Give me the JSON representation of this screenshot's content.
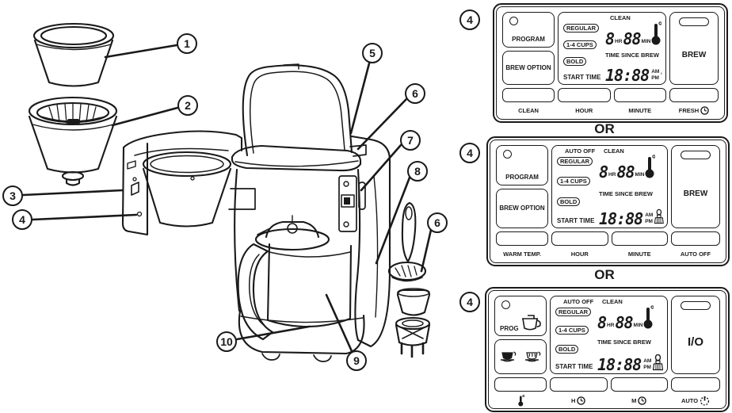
{
  "illustration": {
    "callouts": [
      {
        "num": "1"
      },
      {
        "num": "2"
      },
      {
        "num": "3"
      },
      {
        "num": "4"
      },
      {
        "num": "5"
      },
      {
        "num": "6"
      },
      {
        "num": "7"
      },
      {
        "num": "8"
      },
      {
        "num": "6"
      },
      {
        "num": "10"
      },
      {
        "num": "9"
      }
    ],
    "icon_names": [
      "paper-filter",
      "filter-basket",
      "basket-holder",
      "machine-lid",
      "machine-body",
      "water-window",
      "carafe",
      "base-plate",
      "scoop-brush-icon",
      "pod-cup",
      "pod-holder"
    ]
  },
  "or_labels": [
    "OR",
    "OR"
  ],
  "ink_color": "#1a1a1a",
  "panels": [
    {
      "callout": "4",
      "program": "PROGRAM",
      "brew_option": "BREW OPTION",
      "lcd": {
        "auto_off": "",
        "clean": "CLEAN",
        "regular": "REGULAR",
        "cups": "1-4 CUPS",
        "bold": "BOLD",
        "start_time": "START TIME",
        "hr_digit": "8",
        "hr": "HR",
        "min_digits": "88",
        "min": "MIN",
        "time_since_brew": "TIME SINCE BREW",
        "time": "18:88",
        "am": "AM",
        "pm": "PM"
      },
      "main_button": "BREW",
      "footer": [
        {
          "text": "CLEAN",
          "icon": ""
        },
        {
          "text": "HOUR",
          "icon": ""
        },
        {
          "text": "MINUTE",
          "icon": ""
        },
        {
          "text": "FRESH",
          "icon": "clock"
        }
      ]
    },
    {
      "callout": "4",
      "program": "PROGRAM",
      "brew_option": "BREW OPTION",
      "lcd": {
        "auto_off": "AUTO OFF",
        "clean": "CLEAN",
        "regular": "REGULAR",
        "cups": "1-4 CUPS",
        "bold": "BOLD",
        "start_time": "START TIME",
        "hr_digit": "8",
        "hr": "HR",
        "min_digits": "88",
        "min": "MIN",
        "time_since_brew": "TIME SINCE BREW",
        "time": "18:88",
        "am": "AM",
        "pm": "PM"
      },
      "main_button": "BREW",
      "footer": [
        {
          "text": "WARM TEMP.",
          "icon": ""
        },
        {
          "text": "HOUR",
          "icon": ""
        },
        {
          "text": "MINUTE",
          "icon": ""
        },
        {
          "text": "AUTO OFF",
          "icon": ""
        }
      ]
    },
    {
      "callout": "4",
      "program": "PROG",
      "brew_option": "",
      "left_icons": [
        "carafe-icon",
        "cup-regular-icon",
        "cup-bold-icon"
      ],
      "lcd": {
        "auto_off": "AUTO OFF",
        "clean": "CLEAN",
        "regular": "REGULAR",
        "cups": "1-4 CUPS",
        "bold": "BOLD",
        "start_time": "START TIME",
        "hr_digit": "8",
        "hr": "HR",
        "min_digits": "88",
        "min": "MIN",
        "time_since_brew": "TIME SINCE BREW",
        "time": "18:88",
        "am": "AM",
        "pm": "PM"
      },
      "main_button": "I/O",
      "footer": [
        {
          "text": "",
          "icon": "thermometer"
        },
        {
          "text": "H",
          "icon": "clock"
        },
        {
          "text": "M",
          "icon": "clock"
        },
        {
          "text": "AUTO",
          "icon": "power"
        }
      ]
    }
  ]
}
